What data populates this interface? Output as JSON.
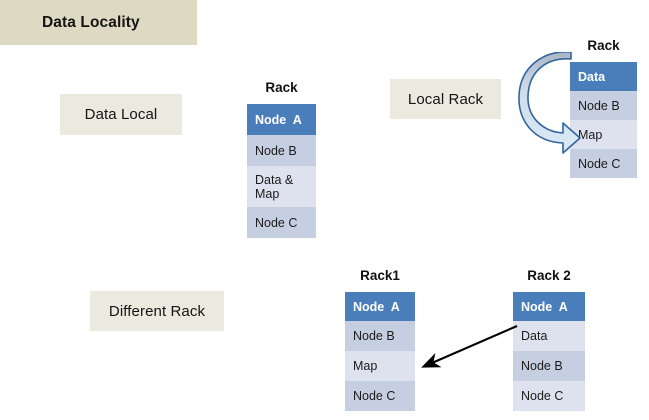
{
  "title": {
    "text": "Data Locality"
  },
  "sections": {
    "data_local": {
      "label": "Data Local"
    },
    "local_rack": {
      "label": "Local Rack"
    },
    "different_rack": {
      "label": "Different Rack"
    }
  },
  "racks": [
    {
      "id": "rack-a",
      "title": "Rack",
      "rows": [
        {
          "text": "Node  A",
          "style": "head",
          "height": 31
        },
        {
          "text": "Node B",
          "style": "dark",
          "height": 31
        },
        {
          "text": "Data &\nMap",
          "style": "light",
          "height": 41
        },
        {
          "text": "Node C",
          "style": "dark",
          "height": 31
        }
      ]
    },
    {
      "id": "rack-b",
      "title": "Rack",
      "rows": [
        {
          "text": "Data",
          "style": "head",
          "height": 29
        },
        {
          "text": "Node B",
          "style": "dark",
          "height": 29
        },
        {
          "text": "Map",
          "style": "light",
          "height": 29
        },
        {
          "text": "Node C",
          "style": "dark",
          "height": 29
        }
      ]
    },
    {
      "id": "rack-c",
      "title": "Rack1",
      "rows": [
        {
          "text": "Node  A",
          "style": "head",
          "height": 29
        },
        {
          "text": "Node B",
          "style": "dark",
          "height": 30
        },
        {
          "text": "Map",
          "style": "light",
          "height": 30
        },
        {
          "text": "Node C",
          "style": "dark",
          "height": 30
        }
      ]
    },
    {
      "id": "rack-d",
      "title": "Rack 2",
      "rows": [
        {
          "text": "Node  A",
          "style": "head",
          "height": 29
        },
        {
          "text": "Data",
          "style": "light",
          "height": 30
        },
        {
          "text": "Node B",
          "style": "dark",
          "height": 30
        },
        {
          "text": "Node C",
          "style": "light",
          "height": 30
        }
      ]
    }
  ],
  "arrows": [
    {
      "name": "local-rack-curved-arrow",
      "from": "Data",
      "to": "Map",
      "color": "#c3daf0",
      "stroke": "#31659c"
    },
    {
      "name": "different-rack-straight-arrow",
      "from": "Rack 2 / Data",
      "to": "Rack1 / Map",
      "color": "#000000"
    }
  ],
  "colors": {
    "title_box": "#ddd9c3",
    "label_box": "#eceadf",
    "node_header": "#4a7ebb",
    "row_dark": "#c6cee1",
    "row_light": "#dde2ee",
    "background": "#ffffff"
  }
}
